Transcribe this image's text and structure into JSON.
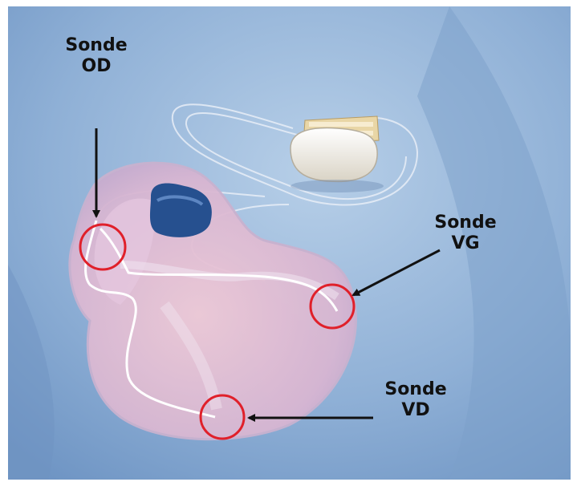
{
  "labels": {
    "od": {
      "line1": "Sonde",
      "line2": "OD"
    },
    "vg": {
      "line1": "Sonde",
      "line2": "VG"
    },
    "vd": {
      "line1": "Sonde",
      "line2": "VD"
    }
  },
  "colors": {
    "background": "#8fb4d8",
    "heart": "#d9b7cf",
    "marker_circle": "#e0202a",
    "arrow": "#111111",
    "device": "#f2efe6"
  },
  "icons": {
    "pacemaker": "pacemaker-device-icon",
    "heart": "heart-illustration-icon"
  }
}
